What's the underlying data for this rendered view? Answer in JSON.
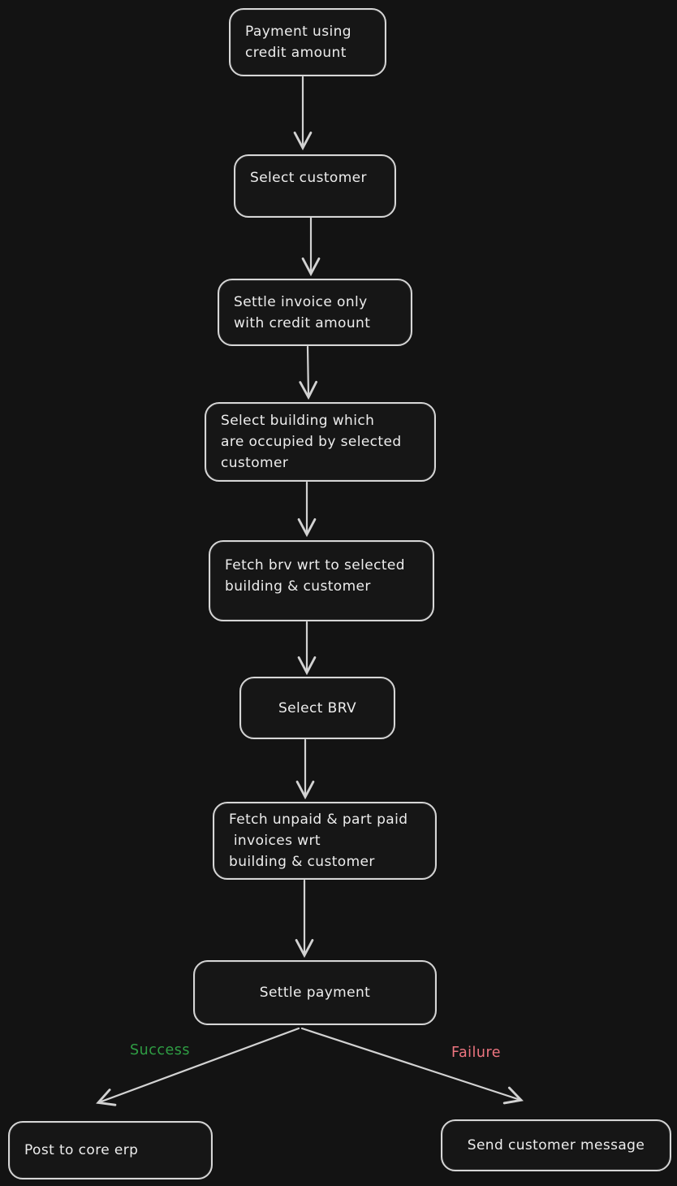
{
  "colors": {
    "background": "#131313",
    "node_stroke": "#d6d6d6",
    "node_fill": "#161616",
    "node_text": "#ededed",
    "arrow": "#d2d2d2",
    "success_green": "#2f9e44",
    "failure_red": "#ee7580"
  },
  "diagram": {
    "type": "flowchart",
    "direction": "top-down",
    "nodes": [
      {
        "id": "payment-using-credit-amount",
        "label": "Payment using\ncredit amount"
      },
      {
        "id": "select-customer",
        "label": "Select customer"
      },
      {
        "id": "settle-invoice-only-with-credit-amount",
        "label": "Settle invoice only\nwith credit amount"
      },
      {
        "id": "select-building",
        "label": "Select building which\nare occupied by selected\ncustomer"
      },
      {
        "id": "fetch-brv",
        "label": "Fetch brv wrt to selected\nbuilding & customer"
      },
      {
        "id": "select-brv",
        "label": "Select BRV"
      },
      {
        "id": "fetch-unpaid-invoices",
        "label": "Fetch unpaid & part paid\n invoices wrt\nbuilding & customer"
      },
      {
        "id": "settle-payment",
        "label": "Settle payment"
      },
      {
        "id": "post-to-core-erp",
        "label": "Post to core erp"
      },
      {
        "id": "send-customer-message",
        "label": "Send customer message"
      }
    ],
    "edges": [
      {
        "from": "payment-using-credit-amount",
        "to": "select-customer",
        "label": ""
      },
      {
        "from": "select-customer",
        "to": "settle-invoice-only-with-credit-amount",
        "label": ""
      },
      {
        "from": "settle-invoice-only-with-credit-amount",
        "to": "select-building",
        "label": ""
      },
      {
        "from": "select-building",
        "to": "fetch-brv",
        "label": ""
      },
      {
        "from": "fetch-brv",
        "to": "select-brv",
        "label": ""
      },
      {
        "from": "select-brv",
        "to": "fetch-unpaid-invoices",
        "label": ""
      },
      {
        "from": "fetch-unpaid-invoices",
        "to": "settle-payment",
        "label": ""
      },
      {
        "from": "settle-payment",
        "to": "post-to-core-erp",
        "label": "Success"
      },
      {
        "from": "settle-payment",
        "to": "send-customer-message",
        "label": "Failure"
      }
    ]
  }
}
